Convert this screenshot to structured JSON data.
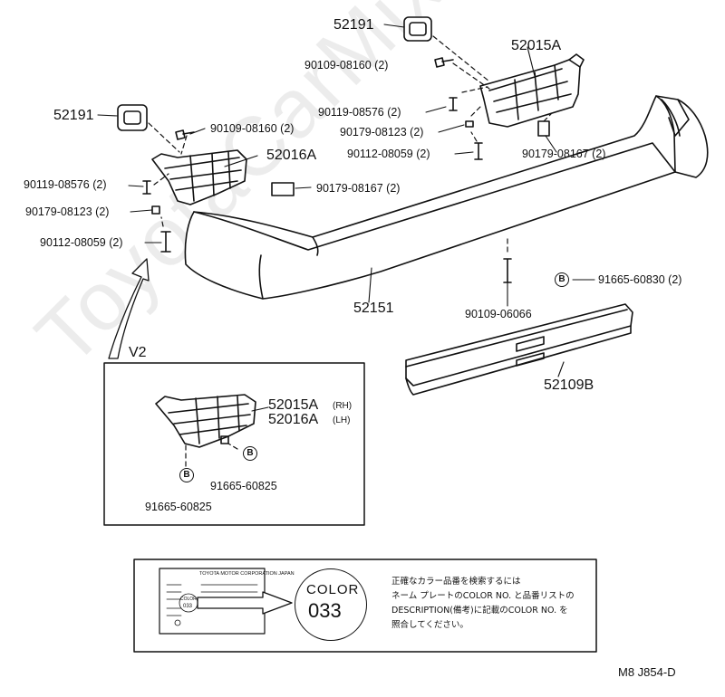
{
  "watermark": "ToyotaCarMix.ru",
  "parts": {
    "grille_top": "52191",
    "grille_left": "52191",
    "bracket_rh": "52015A",
    "bracket_lh": "52016A",
    "bolt_top": "90109-08160 (2)",
    "bolt_left": "90109-08160 (2)",
    "screw_top": "90119-08576 (2)",
    "screw_left": "90119-08576 (2)",
    "nut_top": "90179-08123 (2)",
    "nut_left": "90179-08123 (2)",
    "clip_top": "90112-08059 (2)",
    "clip_left": "90112-08059 (2)",
    "retainer_top": "90179-08167 (2)",
    "retainer_left": "90179-08167 (2)",
    "bumper_cover": "52151",
    "bolt_lower": "90109-06066",
    "clip_b": "91665-60830 (2)",
    "lower_panel": "52109B"
  },
  "inset": {
    "title": "V2",
    "rh_part": "52015A",
    "rh_tag": "(RH)",
    "lh_part": "52016A",
    "lh_tag": "(LH)",
    "clip_1": "91665-60825",
    "clip_2": "91665-60825",
    "b_mark": "B"
  },
  "b_mark": "B",
  "plate": {
    "color_label": "COLOR",
    "color_code": "033",
    "plate_code": "033",
    "plate_color_word": "COLOR",
    "plate_maker": "TOYOTA MOTOR CORPORATION JAPAN",
    "jp_line1": "正確なカラー品番を検索するには",
    "jp_line2": "ネーム プレートのCOLOR NO. と品番リストの",
    "jp_line3": "DESCRIPTION(備考)に記載のCOLOR NO. を",
    "jp_line4": "照合してください。"
  },
  "footer_code": "M8  J854-D"
}
